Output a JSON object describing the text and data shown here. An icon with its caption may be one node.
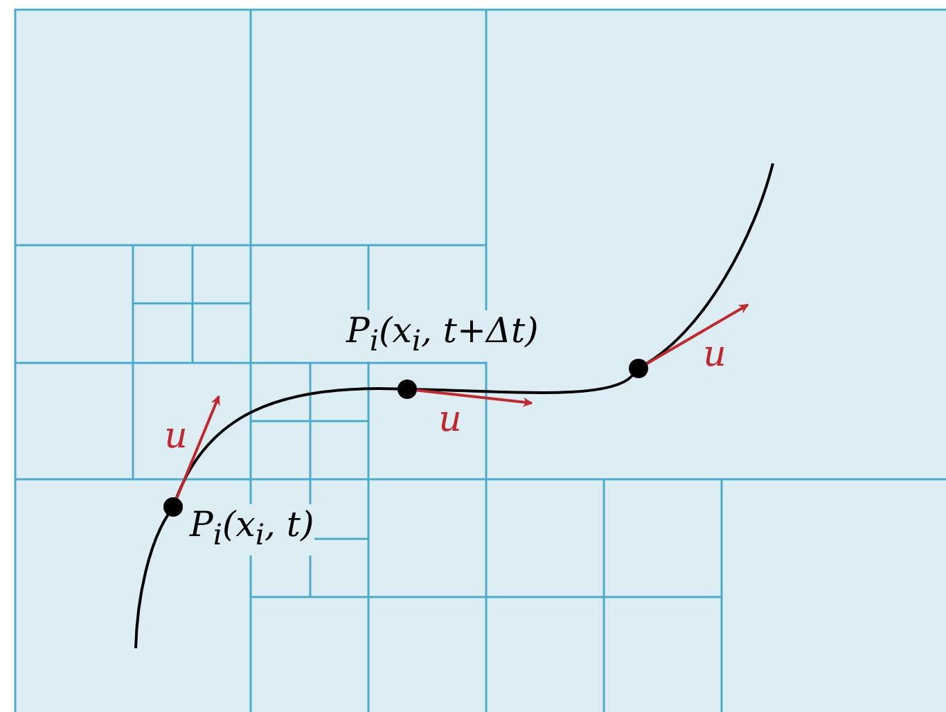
{
  "diagram": {
    "nodes": [
      {
        "text": [],
        "shape": "circle",
        "beside": [
          "P$_{i}$(x$_{i}$, t)"
        ]
      },
      {
        "text": [],
        "shape": "circle",
        "beside": [
          "P$_{i}$(x$_{i}$, t+Δt)"
        ]
      },
      {
        "text": [],
        "shape": "circle"
      }
    ],
    "edges": [
      {
        "from": null,
        "to": 0,
        "arrow": "none"
      },
      {
        "from": 0,
        "to": 1,
        "arrow": "none"
      },
      {
        "from": 1,
        "to": 2,
        "arrow": "none"
      },
      {
        "from": 2,
        "to": null,
        "arrow": "none"
      },
      {
        "from": 0,
        "to": null,
        "arrow": "to",
        "label": "u",
        "color": "#c0282d"
      },
      {
        "from": 1,
        "to": null,
        "arrow": "to",
        "label": "u",
        "color": "#c0282d"
      },
      {
        "from": 2,
        "to": null,
        "arrow": "to",
        "label": "u",
        "color": "#c0282d"
      }
    ]
  }
}
